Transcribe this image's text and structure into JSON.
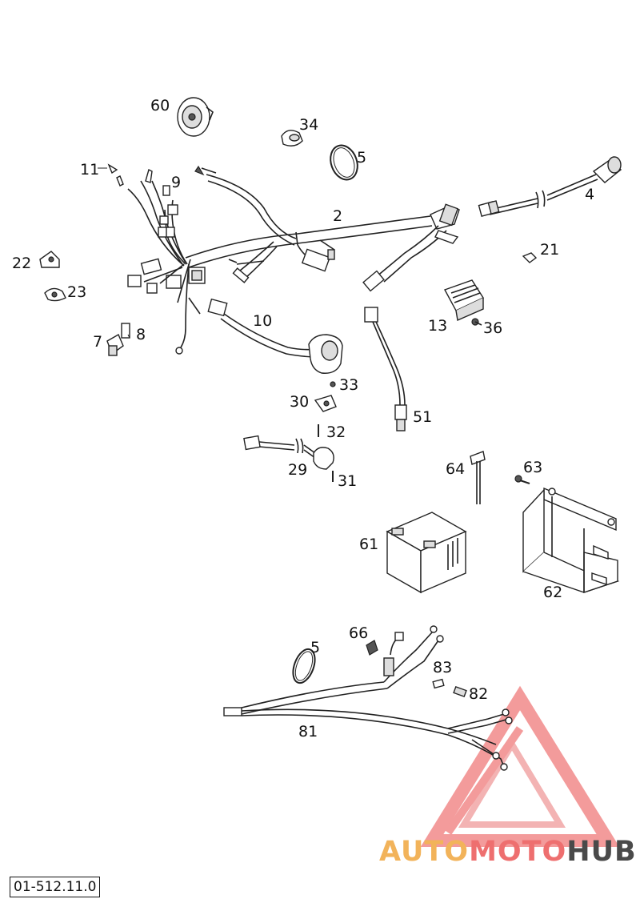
{
  "diagram": {
    "reference_code": "01-512.11.0",
    "watermark": {
      "part1": "AUTO",
      "part2": "MOTO",
      "part3": "HUB"
    },
    "labels": [
      {
        "id": "60",
        "text": "60"
      },
      {
        "id": "34",
        "text": "34"
      },
      {
        "id": "5a",
        "text": "5"
      },
      {
        "id": "11",
        "text": "11"
      },
      {
        "id": "9",
        "text": "9"
      },
      {
        "id": "2",
        "text": "2"
      },
      {
        "id": "4",
        "text": "4"
      },
      {
        "id": "22",
        "text": "22"
      },
      {
        "id": "23",
        "text": "23"
      },
      {
        "id": "21",
        "text": "21"
      },
      {
        "id": "10",
        "text": "10"
      },
      {
        "id": "13",
        "text": "13"
      },
      {
        "id": "36",
        "text": "36"
      },
      {
        "id": "7",
        "text": "7"
      },
      {
        "id": "8",
        "text": "8"
      },
      {
        "id": "33",
        "text": "33"
      },
      {
        "id": "30",
        "text": "30"
      },
      {
        "id": "51",
        "text": "51"
      },
      {
        "id": "32",
        "text": "32"
      },
      {
        "id": "29",
        "text": "29"
      },
      {
        "id": "31",
        "text": "31"
      },
      {
        "id": "64",
        "text": "64"
      },
      {
        "id": "63",
        "text": "63"
      },
      {
        "id": "61",
        "text": "61"
      },
      {
        "id": "62",
        "text": "62"
      },
      {
        "id": "66",
        "text": "66"
      },
      {
        "id": "5b",
        "text": "5"
      },
      {
        "id": "83",
        "text": "83"
      },
      {
        "id": "82",
        "text": "82"
      },
      {
        "id": "81",
        "text": "81"
      }
    ]
  }
}
